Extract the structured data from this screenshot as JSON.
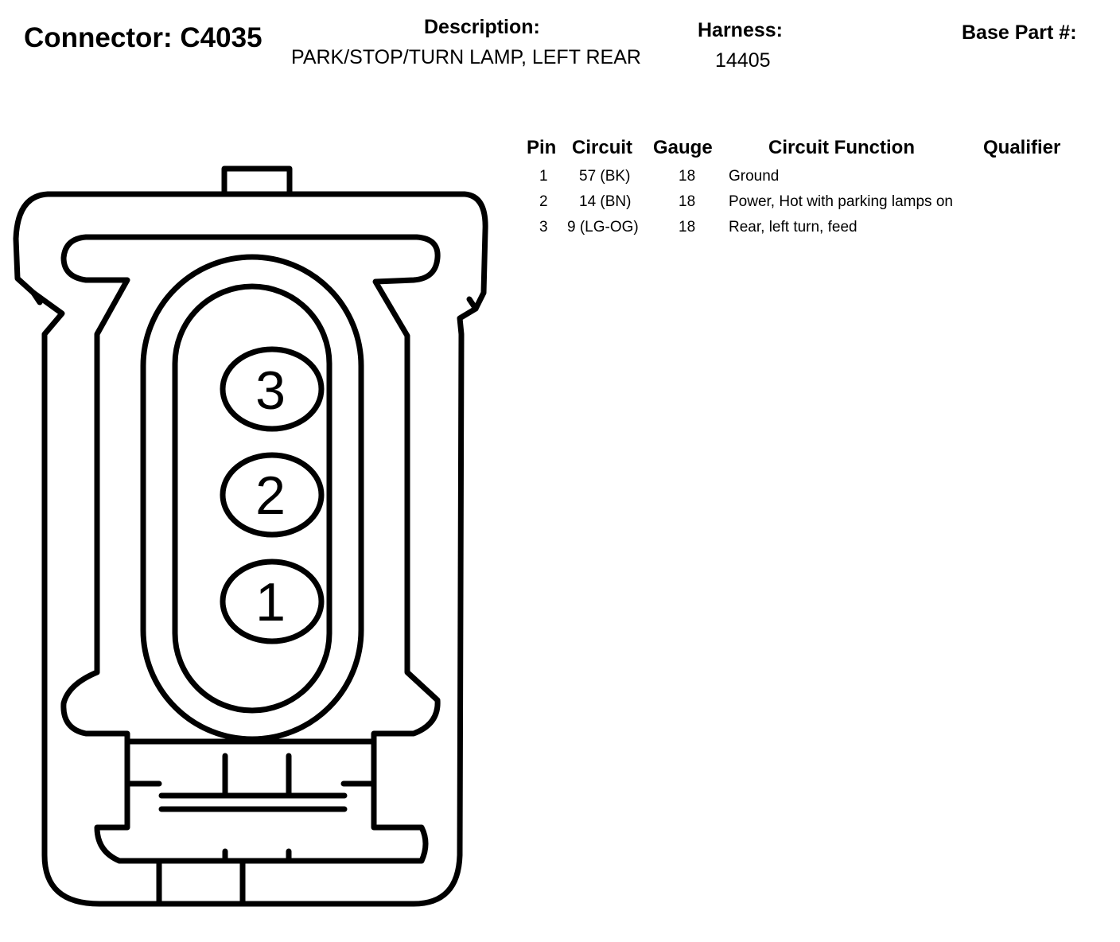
{
  "connector": {
    "label": "Connector:",
    "id": "C4035"
  },
  "description": {
    "label": "Description:",
    "value": "PARK/STOP/TURN LAMP, LEFT REAR"
  },
  "harness": {
    "label": "Harness:",
    "value": "14405"
  },
  "base_part": {
    "label": "Base Part #:",
    "value": ""
  },
  "pin_table": {
    "headers": {
      "pin": "Pin",
      "circuit": "Circuit",
      "gauge": "Gauge",
      "function": "Circuit Function",
      "qualifier": "Qualifier"
    },
    "rows": [
      {
        "pin": "1",
        "circuit": "57 (BK)",
        "gauge": "18",
        "function": "Ground",
        "qualifier": ""
      },
      {
        "pin": "2",
        "circuit": "14 (BN)",
        "gauge": "18",
        "function": "Power, Hot with parking lamps on",
        "qualifier": ""
      },
      {
        "pin": "3",
        "circuit": "9 (LG-OG)",
        "gauge": "18",
        "function": "Rear, left turn, feed",
        "qualifier": ""
      }
    ]
  },
  "diagram": {
    "pin_labels": [
      "3",
      "2",
      "1"
    ],
    "stroke_color": "#000000",
    "fill_color": "#ffffff"
  }
}
